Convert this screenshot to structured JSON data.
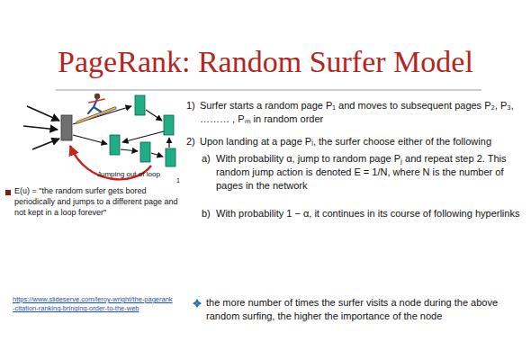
{
  "diagram": {
    "title": "PageRank: Random Surfer Model",
    "labels": [
      "Jumping out of loop",
      "E(u) = \"the random surfer gets bored periodically and jumps to a different page and not kept in a loop forever\"",
      "https://www.slideserve.com/leroy-wright/the-pagerank-citation-ranking-bringing-order-to-the-web",
      "1",
      "1)",
      "Surfer starts a random page P₁ and moves to subsequent pages P₂, P₃, ……… , Pₘ in random order",
      "2)",
      "Upon landing at a page Pᵢ, the surfer choose either of the following",
      "a)",
      "With probability α, jump to random page Pⱼ and repeat step 2. This random jump action is denoted E = 1/N, where N is the number of pages in the network",
      "b)",
      "With probability 1 − α, it continues in its course of following hyperlinks",
      "the more number of times the surfer visits a node during the above random surfing, the higher the importance of the node"
    ]
  }
}
